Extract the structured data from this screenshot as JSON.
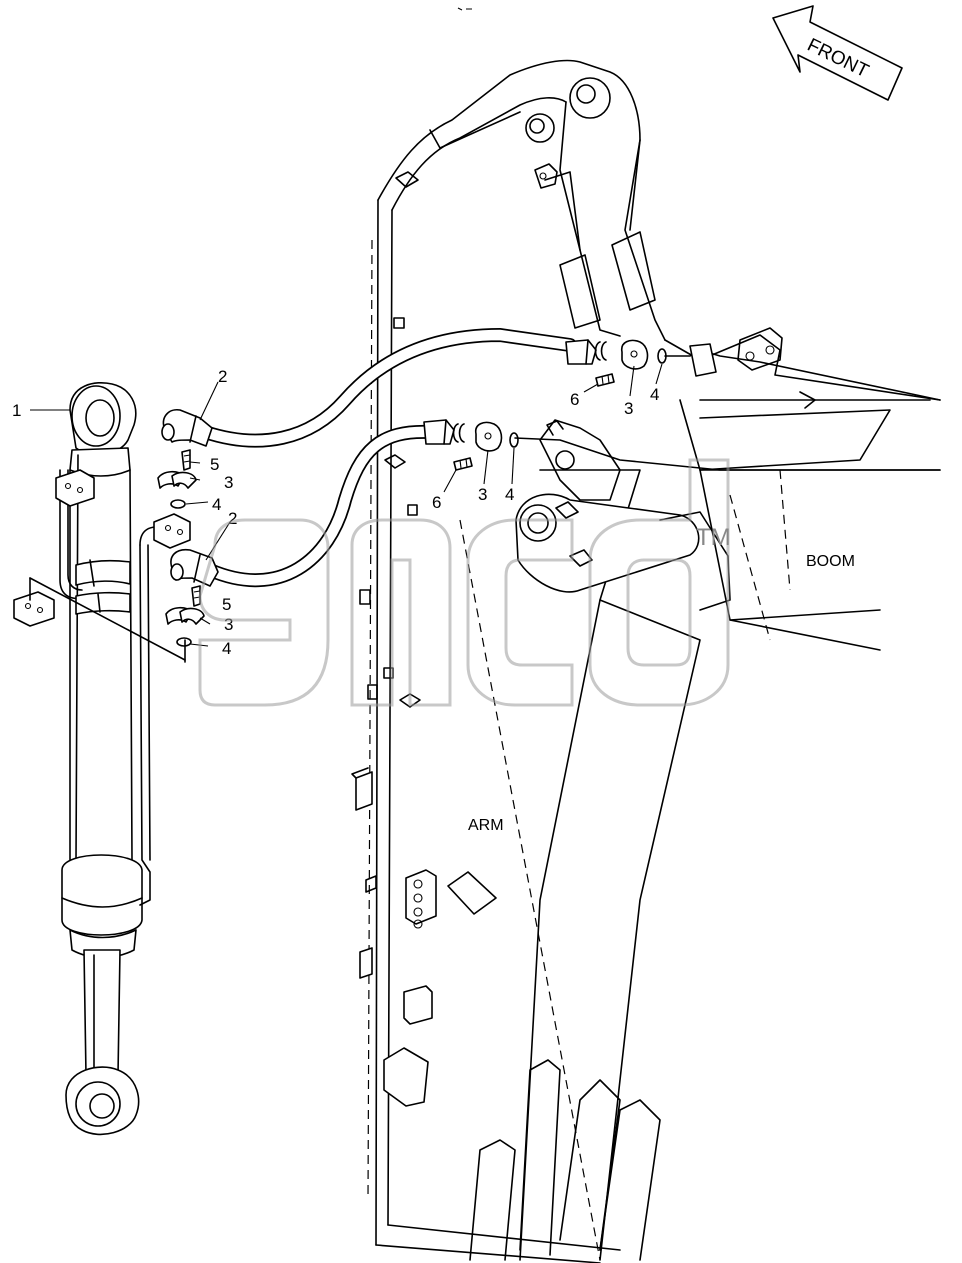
{
  "diagram": {
    "labels": {
      "front": "FRONT",
      "boom": "BOOM",
      "arm": "ARM",
      "trademark": "TM"
    },
    "callouts": [
      {
        "id": "c1",
        "text": "1",
        "part": "cylinder"
      },
      {
        "id": "c2a",
        "text": "2",
        "part": "hose-upper"
      },
      {
        "id": "c2b",
        "text": "2",
        "part": "hose-lower"
      },
      {
        "id": "c3a",
        "text": "3",
        "part": "flange-clamp"
      },
      {
        "id": "c3b",
        "text": "3",
        "part": "flange-clamp"
      },
      {
        "id": "c3c",
        "text": "3",
        "part": "flange-clamp"
      },
      {
        "id": "c3d",
        "text": "3",
        "part": "flange-clamp"
      },
      {
        "id": "c4a",
        "text": "4",
        "part": "o-ring"
      },
      {
        "id": "c4b",
        "text": "4",
        "part": "o-ring"
      },
      {
        "id": "c4c",
        "text": "4",
        "part": "o-ring"
      },
      {
        "id": "c4d",
        "text": "4",
        "part": "o-ring"
      },
      {
        "id": "c5a",
        "text": "5",
        "part": "bolt"
      },
      {
        "id": "c5b",
        "text": "5",
        "part": "bolt"
      },
      {
        "id": "c6a",
        "text": "6",
        "part": "bolt"
      },
      {
        "id": "c6b",
        "text": "6",
        "part": "bolt"
      }
    ]
  }
}
